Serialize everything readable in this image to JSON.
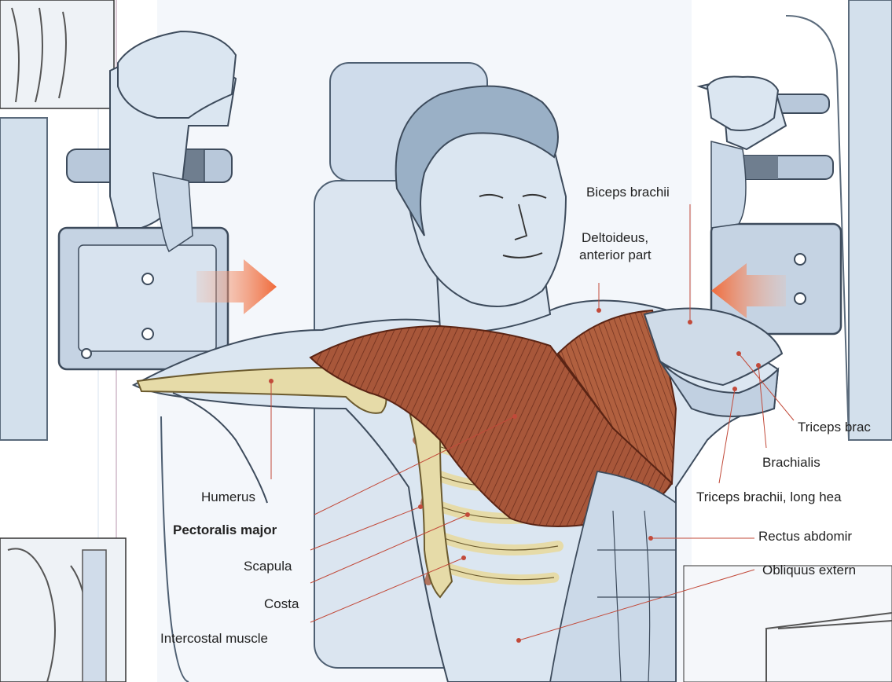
{
  "labels": {
    "biceps_brachii": "Biceps brachii",
    "deltoideus": "Deltoideus,",
    "deltoideus_part": "anterior part",
    "triceps_brachii_lateral": "Triceps brac",
    "brachialis": "Brachialis",
    "triceps_brachii_long": "Triceps brachii, long hea",
    "rectus_abdominis": "Rectus abdomir",
    "obliquus_externus": "Obliquus extern",
    "humerus": "Humerus",
    "pectoralis_major": "Pectoralis major",
    "scapula": "Scapula",
    "costa": "Costa",
    "intercostal_muscle": "Intercostal muscle"
  },
  "colors": {
    "muscle": "#a8573a",
    "muscle_dark": "#6e2f1d",
    "bone": "#e6dba8",
    "skin": "#dbe6f1",
    "machine": "#c7d6e6",
    "arrow": "#f06a3a",
    "leader_line": "#c24a3a"
  },
  "icons": {
    "push_arrow_left": "arrow-right-icon",
    "push_arrow_right": "arrow-left-icon"
  }
}
